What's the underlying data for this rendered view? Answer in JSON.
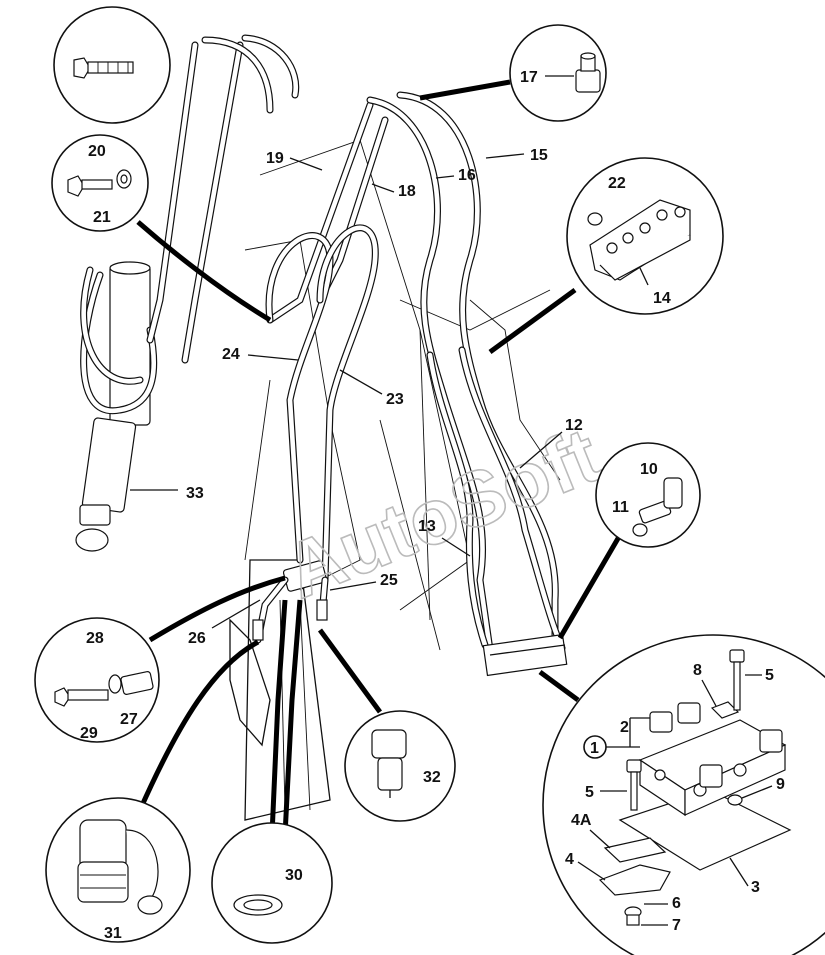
{
  "watermark": "AutoSoft",
  "callouts": {
    "p1": "1",
    "p2": "2",
    "p3": "3",
    "p4": "4",
    "p4a": "4A",
    "p5a": "5",
    "p5b": "5",
    "p6": "6",
    "p7": "7",
    "p8": "8",
    "p9": "9",
    "p10": "10",
    "p11": "11",
    "p12": "12",
    "p13": "13",
    "p14": "14",
    "p15": "15",
    "p16": "16",
    "p17": "17",
    "p18": "18",
    "p19": "19",
    "p20": "20",
    "p21": "21",
    "p22": "22",
    "p23": "23",
    "p24": "24",
    "p25": "25",
    "p26": "26",
    "p27": "27",
    "p28": "28",
    "p29": "29",
    "p30": "30",
    "p31": "31",
    "p32": "32",
    "p33": "33"
  }
}
